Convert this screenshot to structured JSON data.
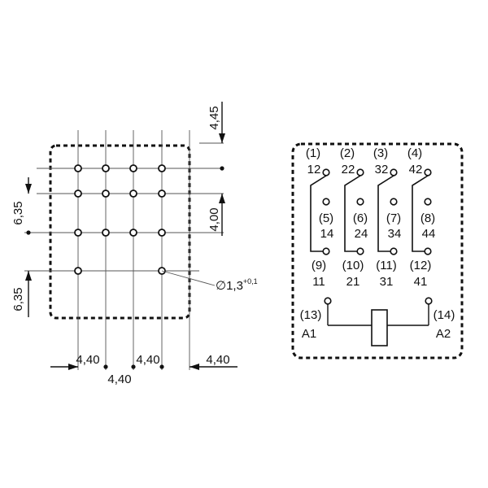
{
  "footprint": {
    "dim_vertical_top": "4,45",
    "dim_vertical_mid": "4,00",
    "dim_row_upper": "6,35",
    "dim_row_lower": "6,35",
    "dim_bottom_1": "4,40",
    "dim_bottom_2": "4,40",
    "dim_bottom_3": "4,40",
    "dim_bottom_center": "4,40",
    "hole_diameter": "∅1,3",
    "hole_tolerance": "+0,1"
  },
  "schematic": {
    "contacts": [
      {
        "top_paren": "(1)",
        "top_num": "12",
        "mid_paren": "(5)",
        "mid_num": "14",
        "bot_paren": "(9)",
        "bot_num": "11"
      },
      {
        "top_paren": "(2)",
        "top_num": "22",
        "mid_paren": "(6)",
        "mid_num": "24",
        "bot_paren": "(10)",
        "bot_num": "21"
      },
      {
        "top_paren": "(3)",
        "top_num": "32",
        "mid_paren": "(7)",
        "mid_num": "34",
        "bot_paren": "(11)",
        "bot_num": "31"
      },
      {
        "top_paren": "(4)",
        "top_num": "42",
        "mid_paren": "(8)",
        "mid_num": "44",
        "bot_paren": "(12)",
        "bot_num": "41"
      }
    ],
    "coil": {
      "left_paren": "(13)",
      "left_name": "A1",
      "right_paren": "(14)",
      "right_name": "A2"
    }
  }
}
